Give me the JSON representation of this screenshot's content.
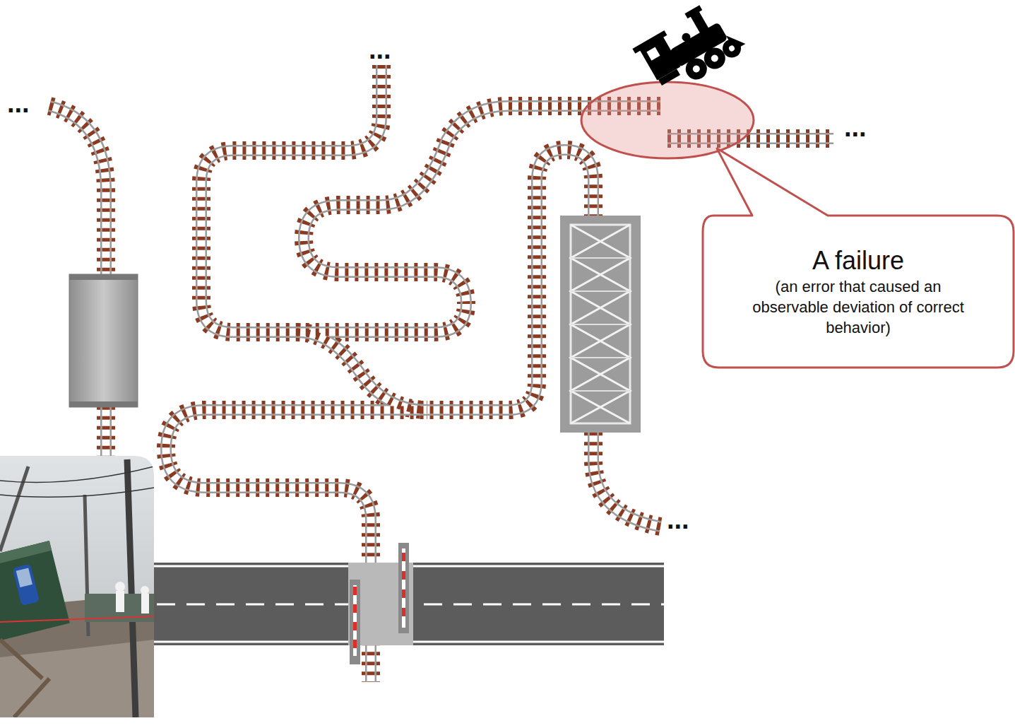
{
  "diagram": {
    "nodes": [
      {
        "text": [
          "A failure",
          "(an error that caused an observable deviation of correct behavior)"
        ]
      }
    ],
    "labels": [
      "...",
      "...",
      "...",
      "..."
    ]
  }
}
